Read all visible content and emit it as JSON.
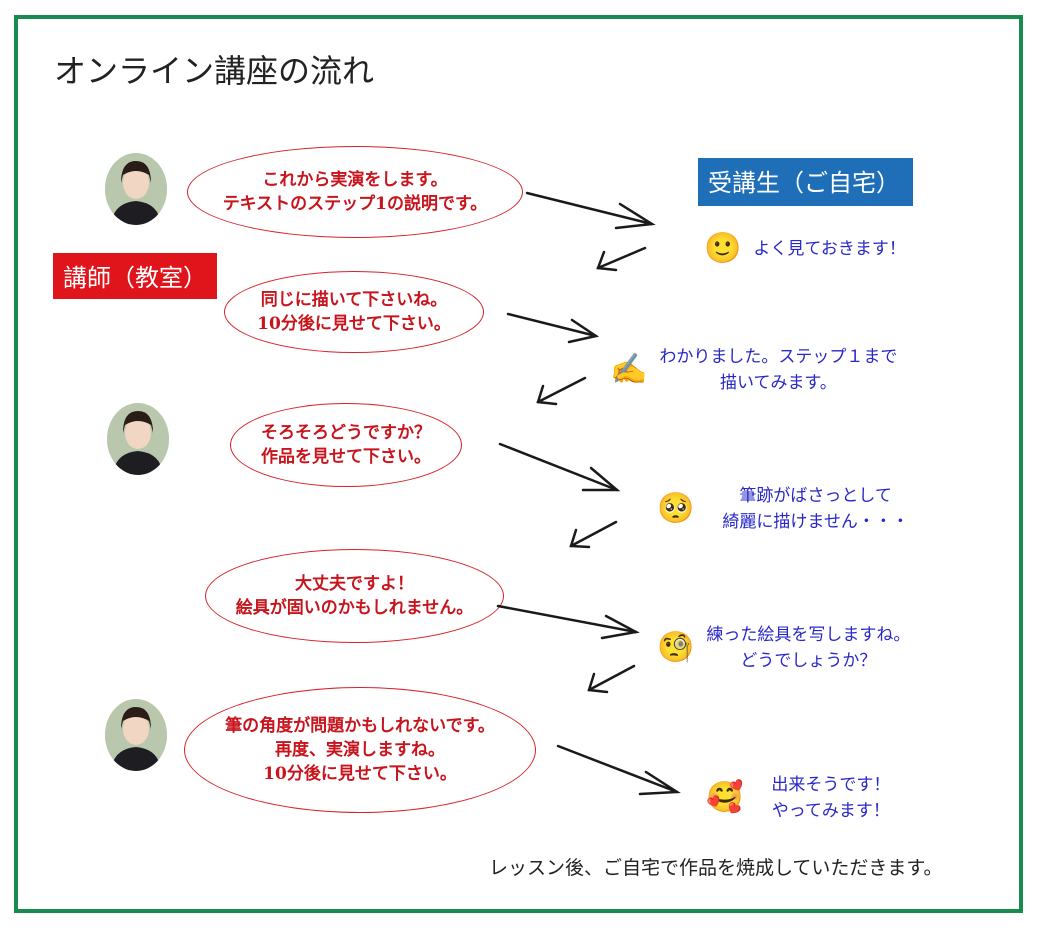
{
  "title": "オンライン講座の流れ",
  "labels": {
    "student": "受講生（ご自宅）",
    "teacher": "講師（教室）"
  },
  "teacher_messages": [
    {
      "lines": [
        "これから実演をします。",
        "テキストのステップ1の説明です。"
      ]
    },
    {
      "lines": [
        "同じに描いて下さいね。",
        "10分後に見せて下さい。"
      ]
    },
    {
      "lines": [
        "そろそろどうですか？",
        "作品を見せて下さい。"
      ]
    },
    {
      "lines": [
        "大丈夫ですよ！",
        "絵具が固いのかもしれません。"
      ]
    },
    {
      "lines": [
        "筆の角度が問題かもしれないです。",
        "再度、実演しますね。",
        "10分後に見せて下さい。"
      ]
    }
  ],
  "student_replies": [
    {
      "emoji": "🙂",
      "emoji_name": "smiling-face-icon",
      "lines": [
        "よく見ておきます！"
      ]
    },
    {
      "emoji": "✍️",
      "emoji_name": "writing-hand-icon",
      "lines": [
        "わかりました。ステップ１まで",
        "描いてみます。"
      ]
    },
    {
      "emoji": "🥺",
      "emoji_name": "pleading-face-icon",
      "lines": [
        "筆跡がばさっとして",
        "綺麗に描けません・・・"
      ]
    },
    {
      "emoji": "🧐",
      "emoji_name": "monocle-face-icon",
      "lines": [
        "練った絵具を写しますね。",
        "どうでしょうか？"
      ]
    },
    {
      "emoji": "🥰",
      "emoji_name": "smiling-face-with-hearts-icon",
      "lines": [
        "出来そうです！",
        "やってみます！"
      ]
    }
  ],
  "footer": "レッスン後、ご自宅で作品を焼成していただきます。",
  "colors": {
    "frame": "#1a8a4e",
    "teacher_text": "#c8141c",
    "student_text": "#2828c8",
    "student_badge": "#1e6fb8",
    "teacher_badge": "#e0151b"
  }
}
